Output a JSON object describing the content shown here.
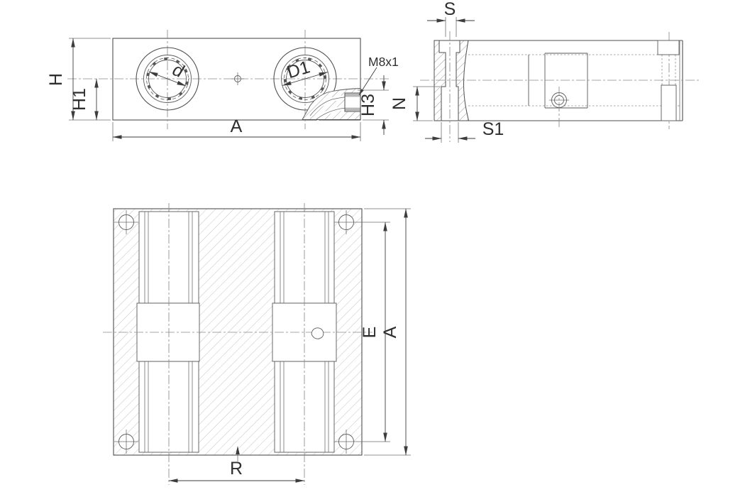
{
  "views": {
    "front": {
      "labels": {
        "H": "H",
        "H1": "H1",
        "A": "A",
        "d": "d",
        "D1": "D1",
        "thread": "M8x1",
        "H3": "H3"
      }
    },
    "side": {
      "labels": {
        "S": "S",
        "S1": "S1",
        "N": "N"
      }
    },
    "plan": {
      "labels": {
        "E": "E",
        "A": "A",
        "R": "R"
      }
    }
  },
  "colors": {
    "line": "#4f4f4f",
    "thin_line": "#6e6e6e",
    "centerline": "#8a8a8a",
    "hatch_plan": "#b5b5b5",
    "hatch_section": "#8f8f8f",
    "thread_fill": "#b9b9b9",
    "text": "#2f2f2f",
    "background": "#ffffff"
  }
}
